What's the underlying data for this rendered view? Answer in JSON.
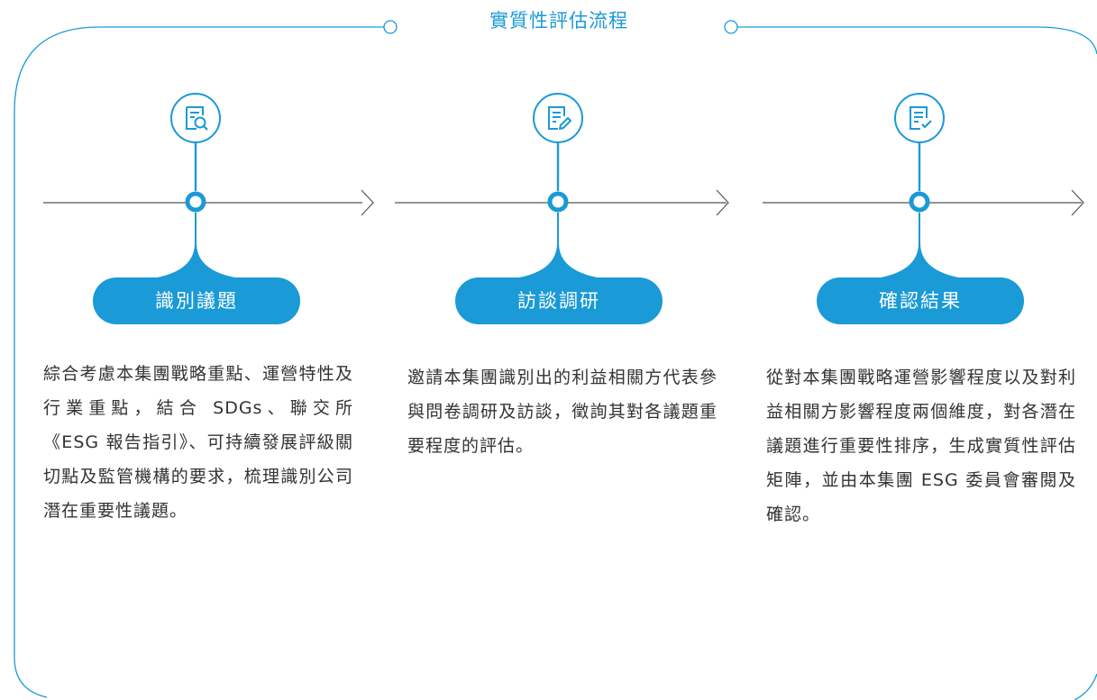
{
  "title": "實質性評估流程",
  "colors": {
    "accent": "#1a9ad6",
    "text": "#333333",
    "line": "#555555"
  },
  "steps": [
    {
      "icon": "document-search-icon",
      "label": "識別議題",
      "description": "綜合考慮本集團戰略重點、運營特性及行業重點，結合 SDGs、聯交所《ESG 報告指引》、可持續發展評級關切點及監管機構的要求，梳理識別公司潛在重要性議題。"
    },
    {
      "icon": "document-edit-icon",
      "label": "訪談調研",
      "description": "邀請本集團識別出的利益相關方代表參與問卷調研及訪談，徵詢其對各議題重要程度的評估。"
    },
    {
      "icon": "document-check-icon",
      "label": "確認結果",
      "description": "從對本集團戰略運營影響程度以及對利益相關方影響程度兩個維度，對各潛在議題進行重要性排序，生成實質性評估矩陣，並由本集團 ESG 委員會審閱及確認。"
    }
  ]
}
